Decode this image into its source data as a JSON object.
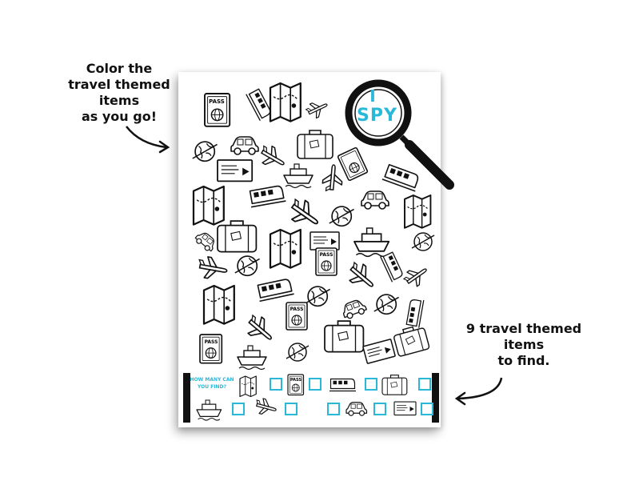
{
  "callouts": {
    "left": [
      "Color the",
      "travel themed",
      "items",
      "as you go!"
    ],
    "right": [
      "9 travel themed",
      "items",
      "to find."
    ]
  },
  "sheet": {
    "title_i": "I",
    "title_spy": "SPY",
    "passport_label": "PASS",
    "tally_title": [
      "HOW MANY CAN",
      "YOU FIND?"
    ]
  },
  "icons": [
    "passport-icon",
    "train-icon",
    "map-icon",
    "airplane-icon",
    "globe-icon",
    "car-icon",
    "suitcase-icon",
    "ticket-icon",
    "ship-icon",
    "magnifying-glass-icon"
  ],
  "colors": {
    "accent": "#2ab8d8",
    "ink": "#111111",
    "background": "#ffffff"
  }
}
